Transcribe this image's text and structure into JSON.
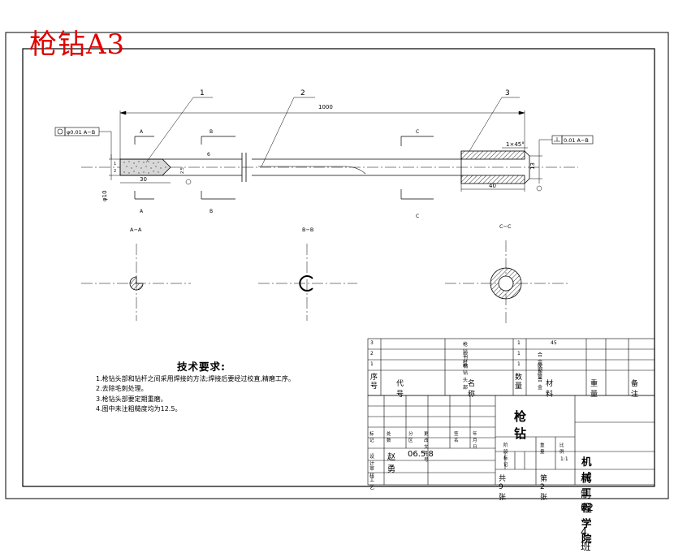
{
  "sheet_title": "枪钻A3",
  "dimensions": {
    "overall_length": "1000",
    "head_length": "30",
    "sleeve_length": "40",
    "chamfer": "1×45°",
    "diameter": "φ10",
    "tol_a": "φ0.01 A−B",
    "tol_b": "0.01 A−B",
    "side_a": "A",
    "side_b": "B",
    "small_1": "1",
    "small_2": "2",
    "small_3": "2.5",
    "small_6": "6",
    "right_13": "13"
  },
  "balloons": [
    "1",
    "2",
    "3"
  ],
  "section_markers": {
    "a": "A",
    "b": "B",
    "c": "C"
  },
  "section_labels": [
    "A−A",
    "B−B",
    "C−C"
  ],
  "tech_requirements": {
    "title": "技术要求:",
    "items": [
      "1.枪钻头部和钻杆之间采用焊接的方法;焊接后要经过校直,精磨工序。",
      "2.去除毛刺处理。",
      "3.枪钻头部要定期重磨。",
      "4.图中未注粗糙度均为12.5。"
    ]
  },
  "parts_list": {
    "rows": [
      {
        "no": "3",
        "name": "枪 钻 刀 柄",
        "qty": "1",
        "material": "45"
      },
      {
        "no": "2",
        "name": "钻 杆",
        "qty": "1",
        "material": "合 金 钢 管"
      },
      {
        "no": "1",
        "name": "枪 钻 头 部",
        "qty": "1",
        "material": "硬 质 合 金"
      }
    ],
    "header": {
      "no": "序号",
      "code": "代 号",
      "name": "名 称",
      "qty": "数量",
      "material": "材 料",
      "weight": "重 量",
      "remark": "备 注"
    }
  },
  "title_block": {
    "part_name": "枪 钻",
    "stage_label": "阶段标记",
    "weight_label": "重量",
    "scale_label": "比例",
    "scale": "1:1",
    "school": "机械工程学院",
    "class": "机制02—4班",
    "sheets": "共 9 张",
    "sheet_no": "第 2 张",
    "rev_headers": [
      "标记",
      "处数",
      "分区",
      "更改文件号",
      "签名",
      "年 月 日"
    ],
    "designer_label": "设计",
    "designer": "赵勇",
    "date": "06.5.8",
    "review_label": "审核",
    "process_label": "工艺"
  }
}
